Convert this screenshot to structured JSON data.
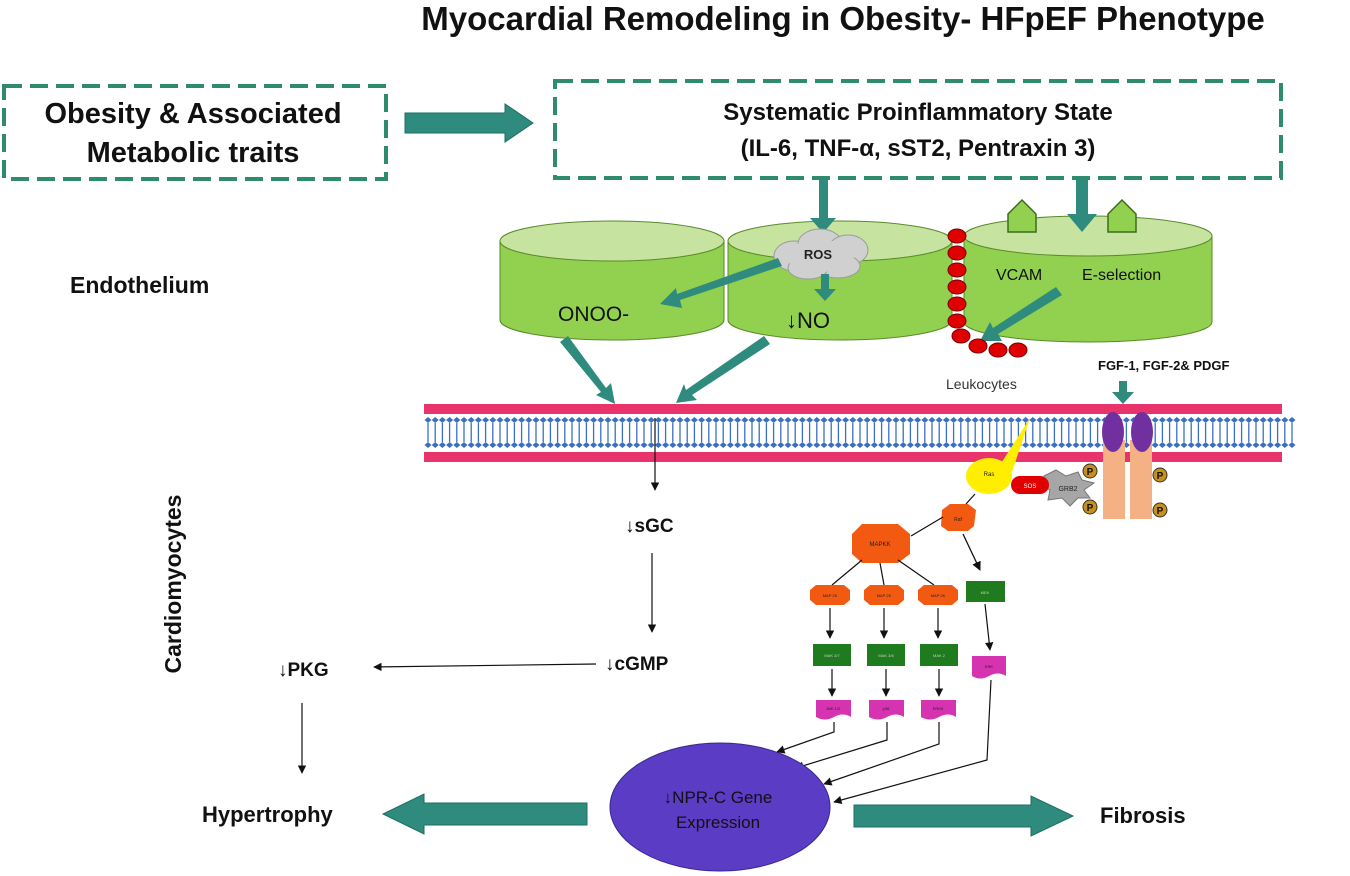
{
  "title": "Myocardial Remodeling in Obesity- HFpEF Phenotype",
  "obesity_box": {
    "line1": "Obesity & Associated",
    "line2": "Metabolic traits"
  },
  "inflammation_box": {
    "line1": "Systematic Proinflammatory State",
    "line2": "(IL-6, TNF-α, sST2, Pentraxin 3)"
  },
  "endothelium": {
    "label": "Endothelium",
    "ros": "ROS",
    "onoo": "ONOO-",
    "no": "↓NO",
    "vcam": "VCAM",
    "eselection": "E-selection",
    "leukocytes": "Leukocytes"
  },
  "growth_factors": "FGF-1,  FGF-2&  PDGF",
  "cardiomyocytes_label": "Cardiomyocytes",
  "pathway": {
    "sgc": "↓sGC",
    "cgmp": "↓cGMP",
    "pkg": "↓PKG"
  },
  "signaling": {
    "ras": "Ras",
    "sos": "SOS",
    "grb2": "GRB2",
    "raf": "Raf",
    "mapkkk": "MAPKK",
    "p": "P",
    "mapk_row": [
      "MAP 2K",
      "MAP 2K",
      "MAP 2K",
      "MEK"
    ],
    "mapk2_row": [
      "MAK 3/7",
      "MAK 3/6",
      "MAK 2",
      "ERK"
    ],
    "tf_row": [
      "JNK 1/2",
      "p38",
      "ERK5"
    ]
  },
  "nprc": {
    "line1": "↓NPR-C Gene",
    "line2": "Expression"
  },
  "outcomes": {
    "left": "Hypertrophy",
    "right": "Fibrosis"
  },
  "colors": {
    "teal": "#2E8B7E",
    "dash_border": "#2E8B6E",
    "cylinder_side": "#92D050",
    "cylinder_top": "#C6E4A0",
    "membrane": "#E8336B",
    "lipid": "#3A6FC4",
    "leukocyte": "#E00000",
    "purple": "#5B3CC4",
    "orange": "#F25A12",
    "green_box": "#1E7B1E",
    "magenta": "#D633B0",
    "yellow": "#FFEE00",
    "receptor": "#F4B183",
    "receptor_head": "#7030A0"
  }
}
